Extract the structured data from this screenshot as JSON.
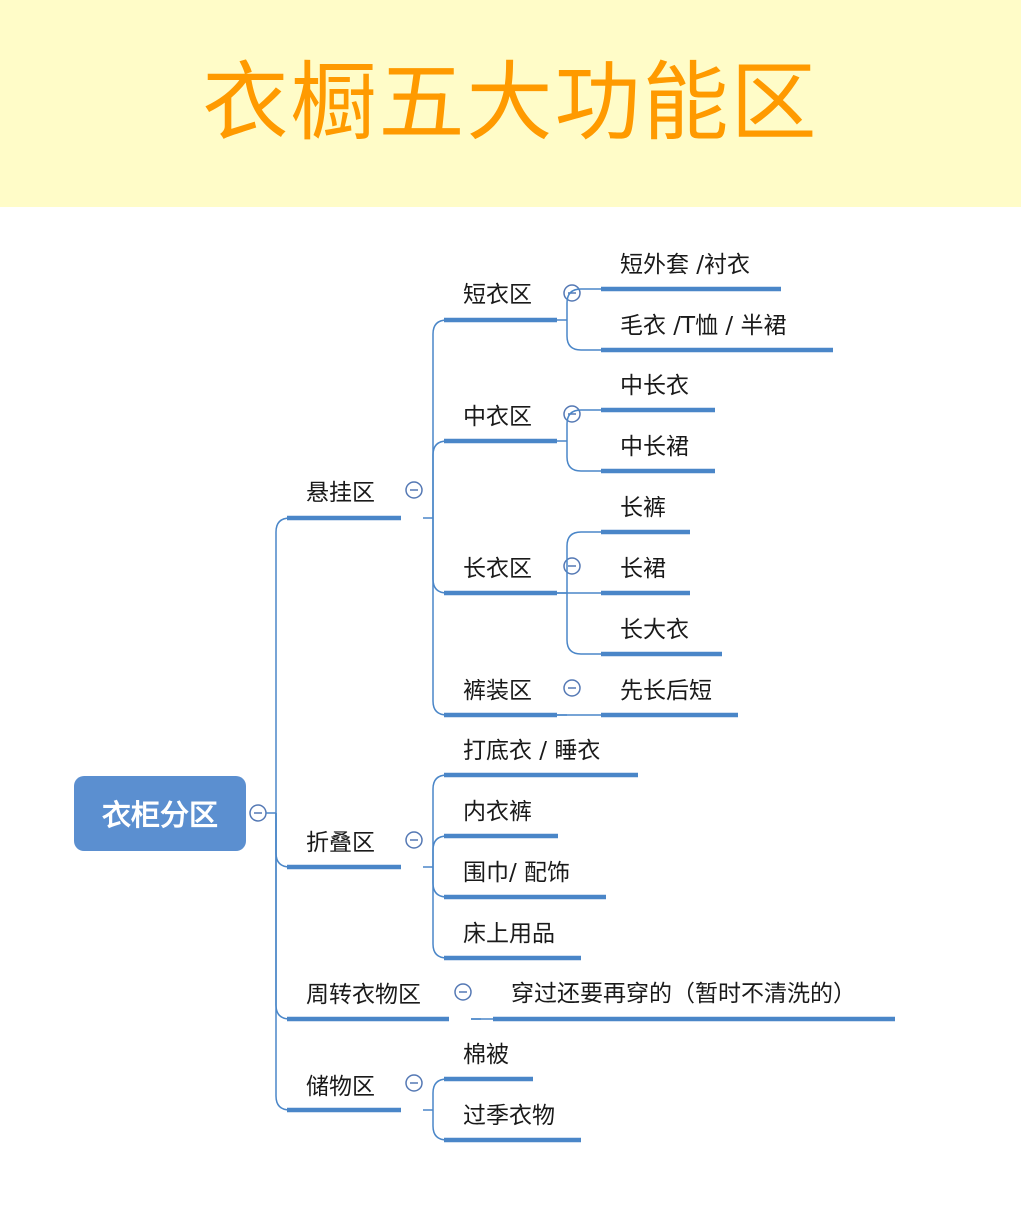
{
  "title": "衣橱五大功能区",
  "root": "衣柜分区",
  "categories": [
    {
      "label": "悬挂区",
      "children": [
        {
          "label": "短衣区",
          "children": [
            "短外套 /衬衣",
            "毛衣 /T恤 / 半裙"
          ]
        },
        {
          "label": "中衣区",
          "children": [
            "中长衣",
            "中长裙"
          ]
        },
        {
          "label": "长衣区",
          "children": [
            "长裤",
            "长裙",
            "长大衣"
          ]
        },
        {
          "label": "裤装区",
          "children": [
            "先长后短"
          ]
        }
      ]
    },
    {
      "label": "折叠区",
      "children": [
        "打底衣 / 睡衣",
        "内衣裤",
        "围巾/ 配饰",
        "床上用品"
      ]
    },
    {
      "label": "周转衣物区",
      "children": [
        "穿过还要再穿的（暂时不清洗的）"
      ]
    },
    {
      "label": "储物区",
      "children": [
        "棉被",
        "过季衣物"
      ]
    }
  ],
  "colors": {
    "banner_bg": "#fffcc8",
    "title": "#ff9a00",
    "root_fill": "#5b8fd0",
    "connector": "#4a86c8",
    "underline": "#4a86c8",
    "collapse_icon": "#5478b4"
  },
  "icons": {
    "collapse": "collapse-minus-icon"
  }
}
